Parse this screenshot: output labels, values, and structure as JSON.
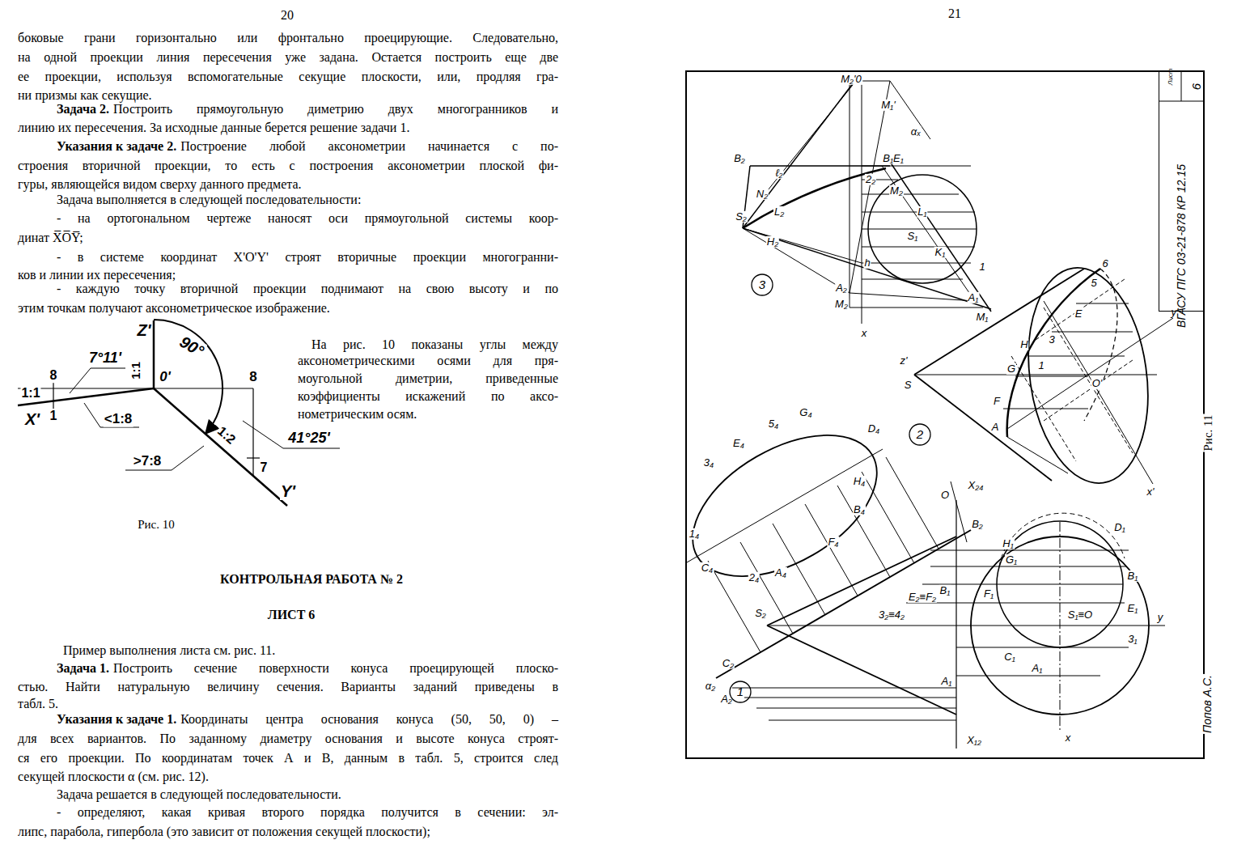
{
  "diagram": {
    "nodes": [
      {
        "text": [
          "1"
        ]
      },
      {
        "text": [
          "2"
        ]
      },
      {
        "text": [
          "3"
        ]
      },
      {
        "text": [
          "Лист",
          "6",
          "ВГАСУ ПГС 03-21-878 КР 12.15"
        ]
      }
    ],
    "labels": [
      "20",
      "21",
      "боковые грани горизонтально или фронтально проецирующие. Следовательно,",
      "на одной проекции линия пересечения уже задана. Остается построить еще две",
      "ее проекции, используя вспомогательные секущие плоскости, или, продляя гра-",
      "ни призмы как секущие.",
      "Задача 2.",
      "Построить прямоугольную диметрию двух многогранников и",
      "линию их пересечения. За исходные данные берется решение задачи 1.",
      "Указания к задаче 2.",
      "Построение любой аксонометрии начинается с по-",
      "строения вторичной проекции, то есть с построения аксонометрии плоской фи-",
      "гуры, являющейся видом сверху данного предмета.",
      "Задача выполняется в следующей последовательности:",
      "-   на ортогональном чертеже наносят оси прямоугольной системы коор-",
      "динат X̅O̅Y̅;",
      "-   в системе координат X'O'Y' строят вторичные проекции многогранни-",
      "ков и линии их пересечения;",
      "-   каждую точку вторичной проекции поднимают на свою высоту и по",
      "этим точкам получают аксонометрическое изображение.",
      "На рис. 10 показаны углы между",
      "аксонометрическими осями для пря-",
      "моугольной диметрии, приведенные",
      "коэффициенты искажений по аксо-",
      "нометрическим осям.",
      "Z'",
      "90°",
      "7°11'",
      "1:1",
      "0'",
      "8",
      "1:1",
      "8",
      "X'",
      "1",
      "<1:8",
      "1:2",
      ">7:8",
      "41°25'",
      "7",
      "Y'",
      "Рис. 10",
      "КОНТРОЛЬНАЯ РАБОТА № 2",
      "ЛИСТ 6",
      "Пример выполнения листа см. рис. 11.",
      "Задача 1.",
      "Построить сечение поверхности конуса проецирующей плоско-",
      "стью. Найти натуральную величину сечения. Варианты заданий приведены в",
      "табл. 5.",
      "Указания к задаче 1.",
      "Координаты центра основания конуса (50, 50, 0) –",
      "для всех вариантов. По заданному диаметру основания и высоте конуса строят-",
      "ся его проекции. По координатам точек А и В, данным в табл. 5, строится след",
      "секущей плоскости α (см. рис. 12).",
      "Задача решается в следующей последовательности.",
      "-   определяют, какая кривая второго порядка получится в сечении: эл-",
      "липс, парабола, гипербола (это зависит от положения секущей плоскости);",
      "Рис. 11",
      "Попов А.С.",
      "M₂'0",
      "M₁'",
      "B₂",
      "B₁E₁",
      "ℓ₂",
      "N₂",
      "2₂",
      "αₓ",
      "M₂",
      "L₁",
      "L₂",
      "S₂",
      "S₁",
      "H₂",
      "K₁",
      "h",
      "A₂",
      "M₂",
      "A₁",
      "M₁",
      "x",
      "1",
      "z'",
      "S",
      "O'",
      "x'",
      "y'",
      "6",
      "5",
      "E",
      "3",
      "H",
      "G",
      "1",
      "F",
      "A",
      "S₂",
      "C₄",
      "1₄",
      "3₄",
      "E₄",
      "5₄",
      "G₄",
      "D₄",
      "H₄",
      "B₄",
      "F₄",
      "A₄",
      "2₄",
      "X₂₄",
      "O",
      "B₂",
      "α₂",
      "C₂",
      "A₂",
      "3₂≡4₂",
      "E₂≡F₂",
      "B₁",
      "A₁",
      "X₁₂",
      "H₁",
      "G₁",
      "D₁",
      "B₁",
      "F₁",
      "E₁",
      "S₁≡O",
      "3₁",
      "C₁",
      "A₁",
      "y",
      "x"
    ]
  }
}
